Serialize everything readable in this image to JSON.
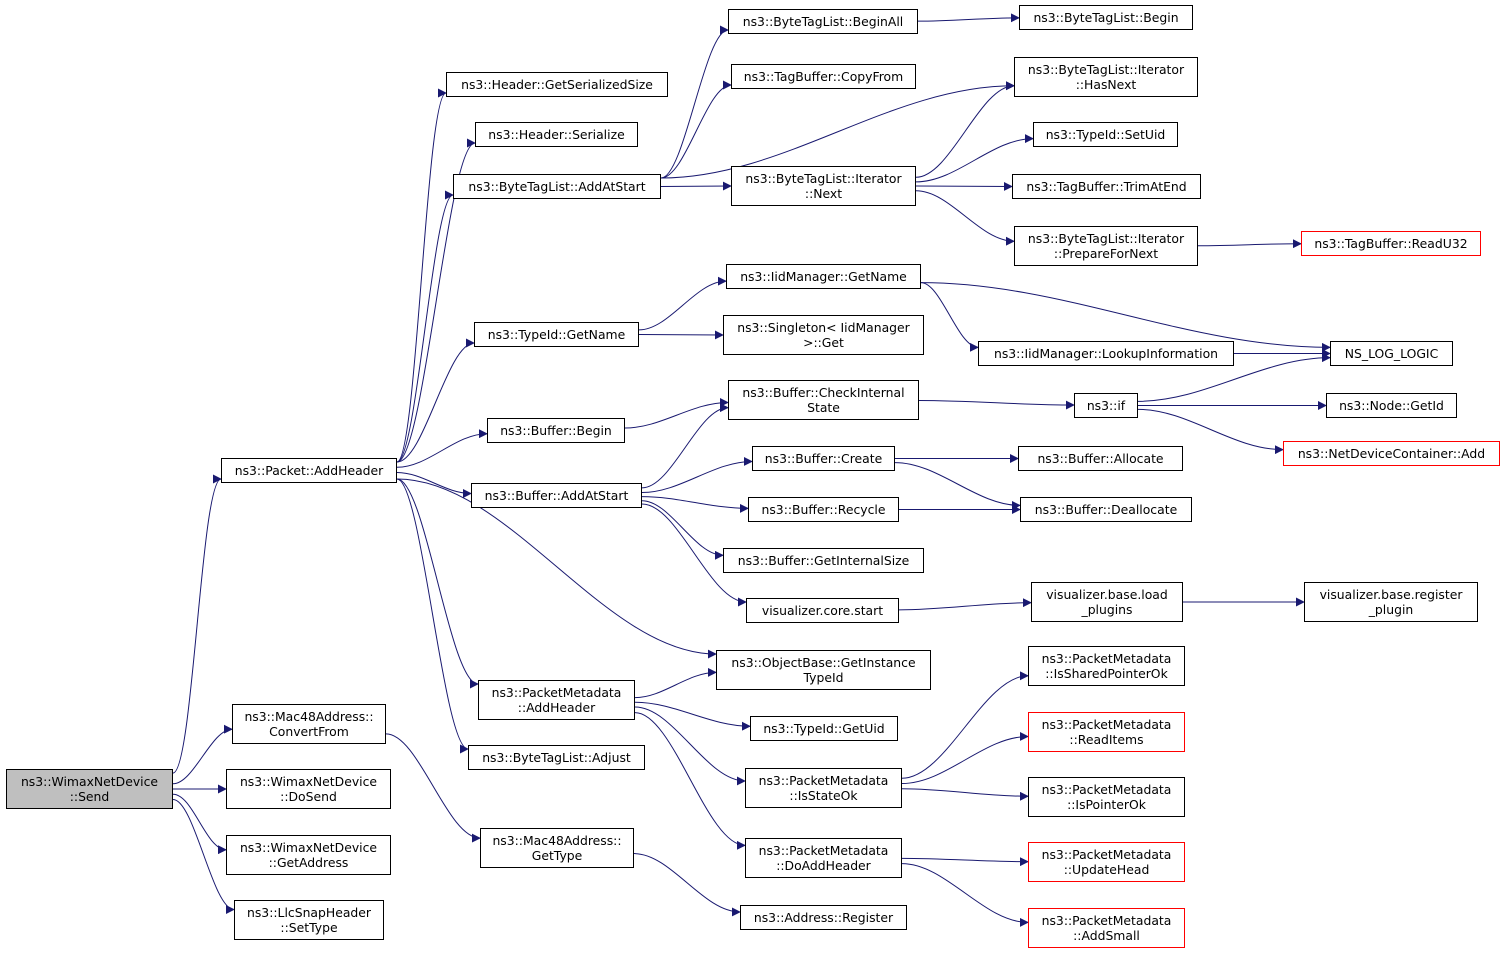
{
  "colors": {
    "edge": "#191970",
    "node_border": "#000000",
    "truncated_border": "#ff0000",
    "root_fill": "#bfbfbf"
  },
  "nodes": {
    "send": [
      "ns3::WimaxNetDevice",
      "::Send"
    ],
    "addheader": [
      "ns3::Packet::AddHeader"
    ],
    "mac_convert": [
      "ns3::Mac48Address::",
      "ConvertFrom"
    ],
    "dosend": [
      "ns3::WimaxNetDevice",
      "::DoSend"
    ],
    "getaddress": [
      "ns3::WimaxNetDevice",
      "::GetAddress"
    ],
    "settype": [
      "ns3::LlcSnapHeader",
      "::SetType"
    ],
    "mac_gettype": [
      "ns3::Mac48Address::",
      "GetType"
    ],
    "addr_register": [
      "ns3::Address::Register"
    ],
    "hdr_getsize": [
      "ns3::Header::GetSerializedSize"
    ],
    "hdr_serialize": [
      "ns3::Header::Serialize"
    ],
    "btl_addatstart": [
      "ns3::ByteTagList::AddAtStart"
    ],
    "typeid_getname": [
      "ns3::TypeId::GetName"
    ],
    "buf_begin": [
      "ns3::Buffer::Begin"
    ],
    "buf_addatstart": [
      "ns3::Buffer::AddAtStart"
    ],
    "pm_addheader": [
      "ns3::PacketMetadata",
      "::AddHeader"
    ],
    "btl_adjust": [
      "ns3::ByteTagList::Adjust"
    ],
    "btl_beginall": [
      "ns3::ByteTagList::BeginAll"
    ],
    "btl_begin": [
      "ns3::ByteTagList::Begin"
    ],
    "tb_copyfrom": [
      "ns3::TagBuffer::CopyFrom"
    ],
    "it_hasnext": [
      "ns3::ByteTagList::Iterator",
      "::HasNext"
    ],
    "it_next": [
      "ns3::ByteTagList::Iterator",
      "::Next"
    ],
    "tid_setuid": [
      "ns3::TypeId::SetUid"
    ],
    "tb_trim": [
      "ns3::TagBuffer::TrimAtEnd"
    ],
    "it_prepare": [
      "ns3::ByteTagList::Iterator",
      "::PrepareForNext"
    ],
    "tb_readu32": [
      "ns3::TagBuffer::ReadU32"
    ],
    "iid_getname": [
      "ns3::IidManager::GetName"
    ],
    "singleton_get": [
      "ns3::Singleton< IidManager",
      " >::Get"
    ],
    "iid_lookup": [
      "ns3::IidManager::LookupInformation"
    ],
    "ns_log": [
      "NS_LOG_LOGIC"
    ],
    "buf_check": [
      "ns3::Buffer::CheckInternal",
      "State"
    ],
    "ns3_if": [
      "ns3::if"
    ],
    "node_getid": [
      "ns3::Node::GetId"
    ],
    "ndc_add": [
      "ns3::NetDeviceContainer::Add"
    ],
    "buf_create": [
      "ns3::Buffer::Create"
    ],
    "buf_allocate": [
      "ns3::Buffer::Allocate"
    ],
    "buf_recycle": [
      "ns3::Buffer::Recycle"
    ],
    "buf_dealloc": [
      "ns3::Buffer::Deallocate"
    ],
    "buf_getsize": [
      "ns3::Buffer::GetInternalSize"
    ],
    "viz_start": [
      "visualizer.core.start"
    ],
    "viz_load": [
      "visualizer.base.load",
      "_plugins"
    ],
    "viz_register": [
      "visualizer.base.register",
      "_plugin"
    ],
    "ob_getinst": [
      "ns3::ObjectBase::GetInstance",
      "TypeId"
    ],
    "tid_getuid": [
      "ns3::TypeId::GetUid"
    ],
    "pm_isstateok": [
      "ns3::PacketMetadata",
      "::IsStateOk"
    ],
    "pm_doaddheader": [
      "ns3::PacketMetadata",
      "::DoAddHeader"
    ],
    "pm_isshared": [
      "ns3::PacketMetadata",
      "::IsSharedPointerOk"
    ],
    "pm_readitems": [
      "ns3::PacketMetadata",
      "::ReadItems"
    ],
    "pm_ispointer": [
      "ns3::PacketMetadata",
      "::IsPointerOk"
    ],
    "pm_updatehead": [
      "ns3::PacketMetadata",
      "::UpdateHead"
    ],
    "pm_addsmall": [
      "ns3::PacketMetadata",
      "::AddSmall"
    ]
  }
}
